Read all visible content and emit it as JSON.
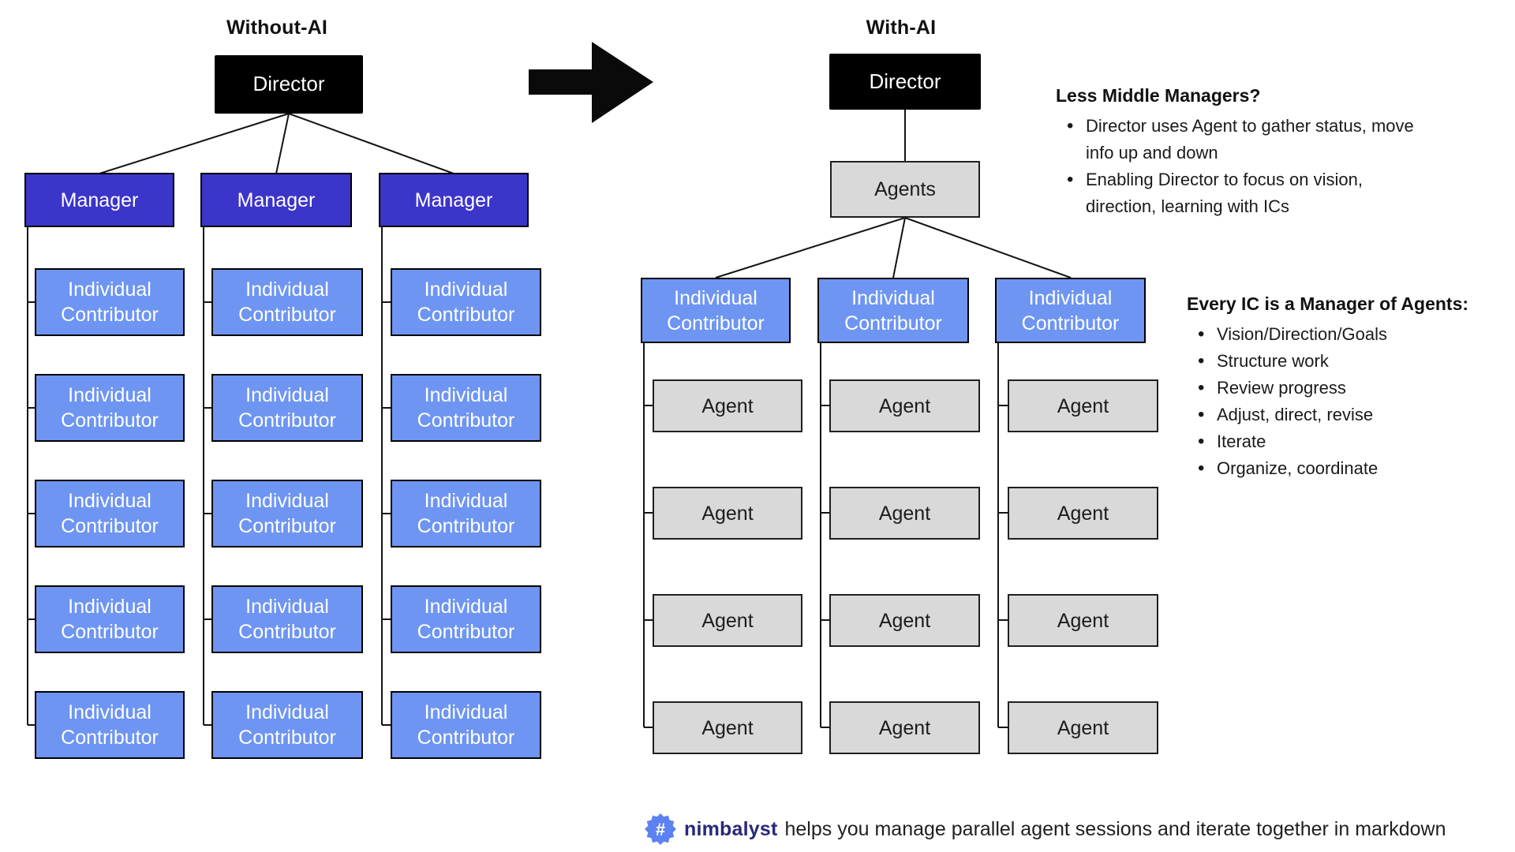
{
  "titles": {
    "left": "Without-AI",
    "right": "With-AI"
  },
  "labels": {
    "director": "Director",
    "manager": "Manager",
    "individual_contributor": "Individual Contributor",
    "agents": "Agents",
    "agent": "Agent"
  },
  "panels": {
    "less_middle": {
      "heading": "Less Middle Managers?",
      "items": [
        "Director uses Agent to gather status, move info up and down",
        "Enabling Director to focus on vision, direction, learning with ICs"
      ]
    },
    "every_ic": {
      "heading": "Every IC is a Manager of Agents:",
      "items": [
        "Vision/Direction/Goals",
        "Structure work",
        "Review progress",
        "Adjust, direct, revise",
        "Iterate",
        "Organize, coordinate"
      ]
    }
  },
  "footer": {
    "brand": "nimbalyst",
    "badge_glyph": "#",
    "tagline": "helps you manage parallel agent sessions  and iterate together in markdown"
  },
  "colors": {
    "manager_blue": "#3B35C9",
    "ic_blue": "#6E95F2",
    "agent_gray": "#D9D9D9",
    "box_black": "#000000",
    "brand_navy": "#28287A",
    "badge_blue": "#5B82F0"
  }
}
